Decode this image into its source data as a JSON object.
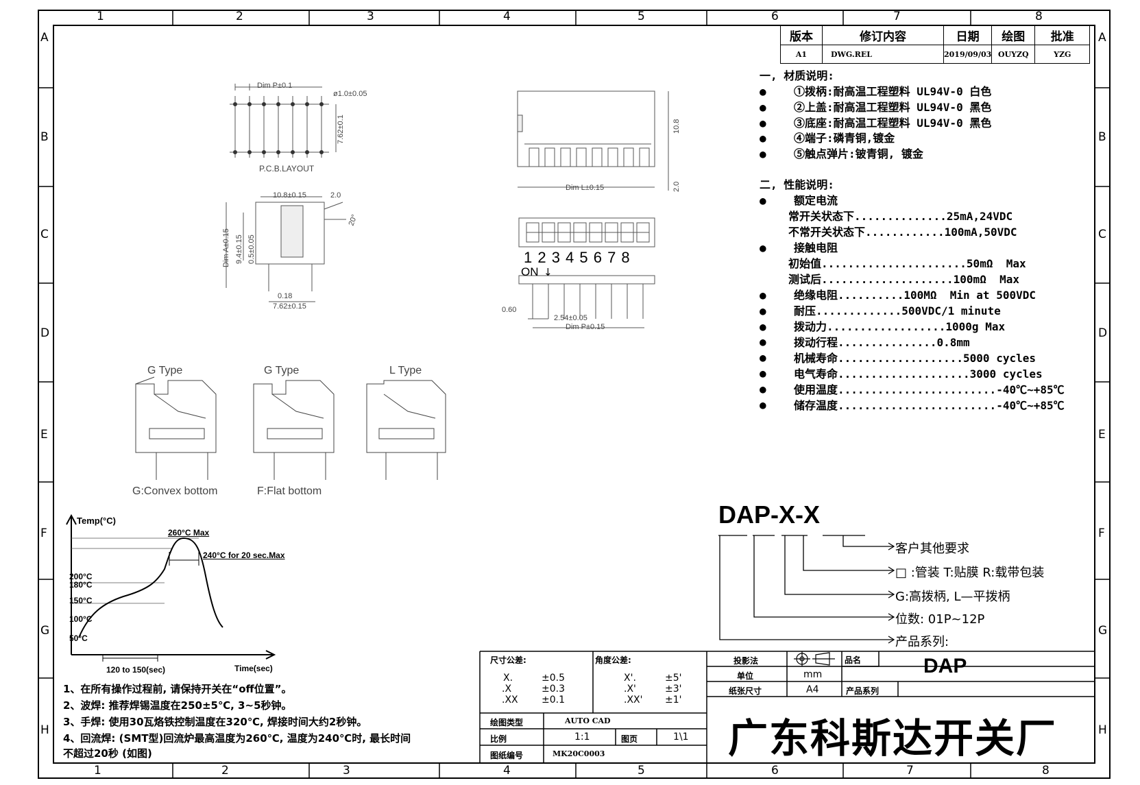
{
  "zones": {
    "columns": [
      "1",
      "2",
      "3",
      "4",
      "5",
      "6",
      "7",
      "8"
    ],
    "rows": [
      "A",
      "B",
      "C",
      "D",
      "E",
      "F",
      "G",
      "H"
    ]
  },
  "revision": {
    "headers": [
      "版本",
      "修订内容",
      "日期",
      "绘图",
      "批准"
    ],
    "row": [
      "A1",
      "DWG.REL",
      "2019/09/03",
      "OUYZQ",
      "YZG"
    ]
  },
  "drawing": {
    "pcb_dim_p": "Dim P±0.1",
    "pcb_hole": "ø1.0±0.05",
    "pcb_row": "7.62±0.1",
    "pcb_title": "P.C.B.LAYOUT",
    "side_w": "10.8±0.15",
    "side_2": "2.0",
    "side_20": "20°",
    "side_dim_a": "Dim A±0.15",
    "side_94": "9.4±0.15",
    "side_05": "0.5±0.05",
    "side_018": "0.18",
    "side_762": "7.62±0.15",
    "top_h": "10.8",
    "top_2": "2.0",
    "top_dim_l": "Dim L±0.15",
    "front_nums": "1 2 3 4 5 6 7 8",
    "front_on": "ON",
    "front_060": "0.60",
    "front_254": "2.54±0.05",
    "front_dim_p": "Dim P±0.15",
    "type1": "G  Type",
    "type2": "G  Type",
    "type3": "L  Type",
    "bottom1": "G:Convex  bottom",
    "bottom2": "F:Flat  bottom"
  },
  "spec": {
    "material_title": "一, 材质说明:",
    "material_items": [
      "①拨柄:耐高温工程塑料 UL94V-0 白色",
      "②上盖:耐高温工程塑料 UL94V-0 黑色",
      "③底座:耐高温工程塑料 UL94V-0 黑色",
      "④端子:磷青铜,镀金",
      "⑤触点弹片:铍青铜, 镀金"
    ],
    "perf_title": "二, 性能说明:",
    "rated_current": "额定电流",
    "normally_open": "常开关状态下..............25mA,24VDC",
    "non_normal": "不常开关状态下............100mA,50VDC",
    "contact_resistance": "接触电阻",
    "initial": "初始值......................50mΩ  Max",
    "after_test": "测试后....................100mΩ  Max",
    "perf_items": [
      "绝缘电阻..........100MΩ  Min at 500VDC",
      "耐压.............500VDC/1 minute",
      "拨动力..................1000g Max",
      "拨动行程...............0.8mm",
      "机械寿命...................5000 cycles",
      "电气寿命....................3000 cycles",
      "使用温度........................-40℃~+85℃",
      "储存温度........................-40℃~+85℃"
    ]
  },
  "part_number": {
    "code": "DAP-X-X",
    "legend": [
      "客户其他要求",
      "□ :管装  T:贴膜   R:载带包装",
      "G:高拨柄, L—平拨柄",
      "位数: 01P~12P",
      "产品系列:"
    ]
  },
  "profile": {
    "temp_axis": "Temp(°C)",
    "time_axis": "Time(sec)",
    "peak": "260°C Max",
    "hold": "240°C for 20 sec.Max",
    "t200": "200°C",
    "t180": "180°C",
    "t150": "150°C",
    "t100": "100°C",
    "t50": "50°C",
    "preheat": "120 to 150(sec)"
  },
  "notes": [
    "1、在所有操作过程前, 请保持开关在“off位置”。",
    "2、波焊: 推荐焊锡温度在250±5℃, 3~5秒钟。",
    "3、手焊: 使用30瓦烙铁控制温度在320℃, 焊接时间大约2秒钟。",
    "4、回流焊: (SMT型)回流炉最高温度为260℃, 温度为240℃时, 最长时间",
    "不超过20秒 (如图)"
  ],
  "title_block": {
    "dim_tol_label": "尺寸公差:",
    "ang_tol_label": "角度公差:",
    "dim_x": "X.",
    "dim_x_v": "±0.5",
    "dim_xx": ".X",
    "dim_xx_v": "±0.3",
    "dim_xxx": ".XX",
    "dim_xxx_v": "±0.1",
    "ang_x": "X'.",
    "ang_x_v": "±5'",
    "ang_xx": ".X'",
    "ang_xx_v": "±3'",
    "ang_xxx": ".XX'",
    "ang_xxx_v": "±1'",
    "projection_label": "投影法",
    "unit_label": "单位",
    "unit_value": "mm",
    "paper_label": "纸张尺寸",
    "paper_value": "A4",
    "product_name_label": "品名",
    "product_name": "DAP",
    "series_label": "产品系列",
    "drawing_type_label": "绘图类型",
    "drawing_type": "AUTO CAD",
    "scale_label": "比例",
    "scale": "1:1",
    "page_label": "图页",
    "page": "1\\1",
    "drawing_no_label": "图纸编号",
    "drawing_no": "MK20C0003",
    "company": "广东科斯达开关厂"
  }
}
